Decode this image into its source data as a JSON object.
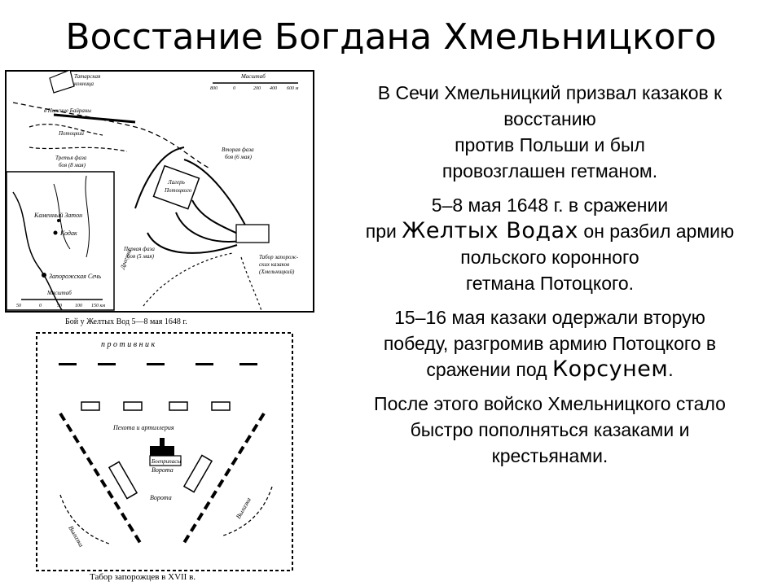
{
  "slide": {
    "title": "Восстание Богдана Хмельницкого"
  },
  "text": {
    "p1": {
      "l1": "В Сечи Хмельницкий призвал казаков к",
      "l2": "восстанию",
      "l3": "против Польши и был",
      "l4": "провозглашен гетманом."
    },
    "p2": {
      "l1": "5–8 мая 1648 г. в сражении",
      "l2_pre": "при ",
      "l2_em": "Желтых Водах",
      "l2_post": " он разбил армию",
      "l3": "польского коронного",
      "l4": "гетмана Потоцкого."
    },
    "p3": {
      "l1": "15–16 мая казаки одержали вторую",
      "l2": "победу, разгромив армию Потоцкого в",
      "l3_pre": "сражении под ",
      "l3_em": "Корсунем",
      "l3_post": "."
    },
    "p4": {
      "l1": "После этого войско Хмельницкого стало",
      "l2": "быстро пополняться казаками и",
      "l3": "крестьянами."
    }
  },
  "map1": {
    "caption": "Бой у Желтых Вод 5—8 мая 1648 г.",
    "labels": {
      "tatar": "Татарская",
      "tatar2": "конница",
      "byrany": "в Нижние Байраны",
      "pototsky": "Потоцкий",
      "phase3": "Третья фаза",
      "phase3b": "боя (8 мая)",
      "phase2": "Вторая фаза",
      "phase2b": "боя (6 мая)",
      "phase1": "Первая фаза",
      "phase1b": "боя (5 мая)",
      "camp": "Лагерь",
      "camp2": "Потоцкого",
      "tabor": "Табор запорож-",
      "tabor2": "ских казаков",
      "tabor3": "(Хмельницкий)",
      "dragoons": "Драгуны",
      "kamenny": "Каменный Затон",
      "kodak": "Кодак",
      "sech": "Запорожская Сечь",
      "scale_title": "Масштаб",
      "scale_ticks": [
        "800",
        "0",
        "200",
        "400",
        "600 м"
      ],
      "scale2_title": "Масштаб",
      "scale2_ticks": [
        "50",
        "0",
        "50",
        "100",
        "150 км"
      ]
    }
  },
  "map2": {
    "caption": "Табор запорожцев в XVII в.",
    "labels": {
      "enemy": "п р о т и в н и к",
      "infantry": "Пехота и артиллерия",
      "supplies": "Боеприпасы",
      "gate1": "Ворота",
      "gate2": "Ворота",
      "sortie1": "Вылазка",
      "sortie2": "Вылазка"
    }
  }
}
